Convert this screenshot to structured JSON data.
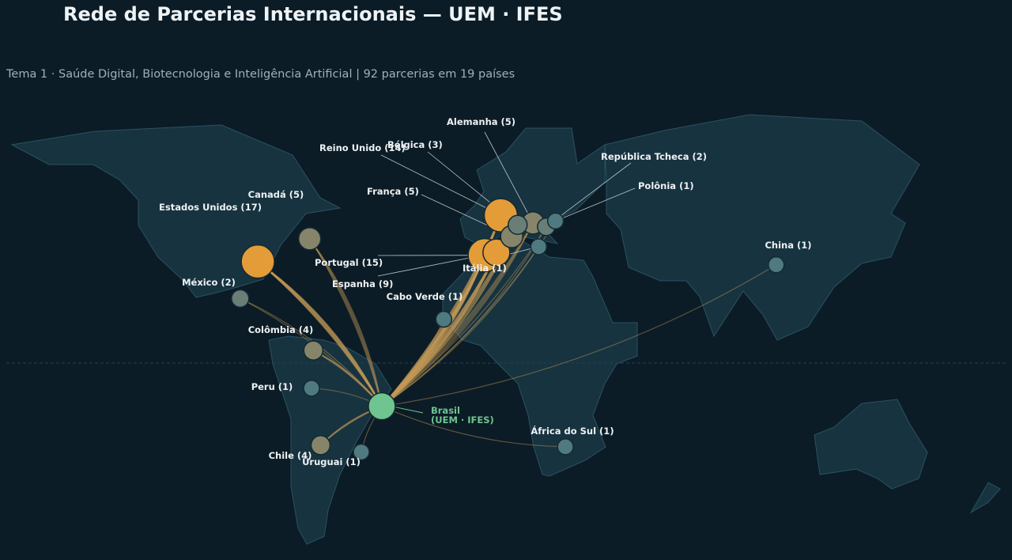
{
  "header": {
    "title": "Rede de Parcerias Internacionais — UEM · IFES",
    "subtitle": "Tema 1 · Saúde Digital, Biotecnologia e Inteligência Artificial   |   92 parcerias em 19 países"
  },
  "map": {
    "hub": {
      "name": "Brasil",
      "name_line2": "(UEM · IFES)",
      "lon": -47.9,
      "lat": -15.8,
      "color": "#6fc58f"
    },
    "colors": {
      "high": "#e39c38",
      "mid": "#86856a",
      "low": "#4f7a80",
      "link": "#c49a57",
      "land": "#173340",
      "equator": "#24414d"
    },
    "countries": [
      {
        "name": "Estados Unidos (17)",
        "count": 17,
        "lon": -95.7,
        "lat": 37.1
      },
      {
        "name": "Reino Unido (14)",
        "count": 14,
        "lon": -2.0,
        "lat": 54.0
      },
      {
        "name": "Portugal (15)",
        "count": 15,
        "lon": -8.2,
        "lat": 39.4
      },
      {
        "name": "Espanha (9)",
        "count": 9,
        "lon": -3.7,
        "lat": 40.4
      },
      {
        "name": "França (5)",
        "count": 5,
        "lon": 2.2,
        "lat": 46.2
      },
      {
        "name": "Alemanha (5)",
        "count": 5,
        "lon": 10.4,
        "lat": 51.2
      },
      {
        "name": "Bélgica (3)",
        "count": 3,
        "lon": 4.5,
        "lat": 50.5
      },
      {
        "name": "Itália (1)",
        "count": 1,
        "lon": 12.6,
        "lat": 42.5
      },
      {
        "name": "República Tcheca (2)",
        "count": 2,
        "lon": 15.5,
        "lat": 49.8
      },
      {
        "name": "Polônia (1)",
        "count": 1,
        "lon": 19.1,
        "lat": 51.9
      },
      {
        "name": "Canadá (5)",
        "count": 5,
        "lon": -75.7,
        "lat": 45.4
      },
      {
        "name": "México (2)",
        "count": 2,
        "lon": -102.5,
        "lat": 23.6
      },
      {
        "name": "Colômbia (4)",
        "count": 4,
        "lon": -74.3,
        "lat": 4.6
      },
      {
        "name": "Peru (1)",
        "count": 1,
        "lon": -75.0,
        "lat": -9.2
      },
      {
        "name": "Chile (4)",
        "count": 4,
        "lon": -71.5,
        "lat": -30.0
      },
      {
        "name": "Uruguai (1)",
        "count": 1,
        "lon": -55.8,
        "lat": -32.5
      },
      {
        "name": "Cabo Verde (1)",
        "count": 1,
        "lon": -24.0,
        "lat": 16.0
      },
      {
        "name": "África do Sul (1)",
        "count": 1,
        "lon": 22.9,
        "lat": -30.6
      },
      {
        "name": "China (1)",
        "count": 1,
        "lon": 104.2,
        "lat": 35.9
      }
    ]
  }
}
